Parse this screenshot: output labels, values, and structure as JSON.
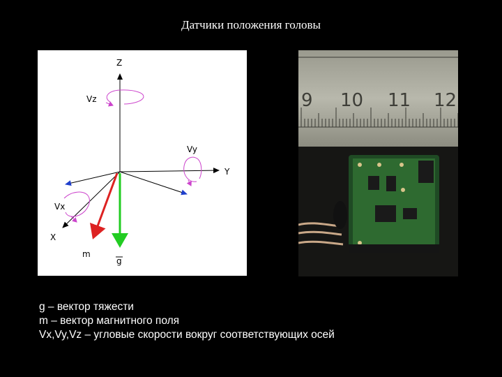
{
  "title": "Датчики положения головы",
  "diagram": {
    "axis_z": "Z",
    "axis_y": "Y",
    "axis_x": "X",
    "rot_z": "Vz",
    "rot_y": "Vy",
    "rot_x": "Vx",
    "vec_m": "m",
    "vec_g": "g",
    "colors": {
      "gravity": "#22cc22",
      "magnetic": "#dd2222",
      "rotation": "#cc44cc",
      "axis_head": "#1f3fcc"
    }
  },
  "photo": {
    "ruler_numbers": [
      "9",
      "10",
      "11",
      "12"
    ]
  },
  "captions": [
    "g – вектор тяжести",
    "m – вектор магнитного поля",
    "Vx,Vy,Vz – угловые скорости вокруг соответствующих осей"
  ]
}
